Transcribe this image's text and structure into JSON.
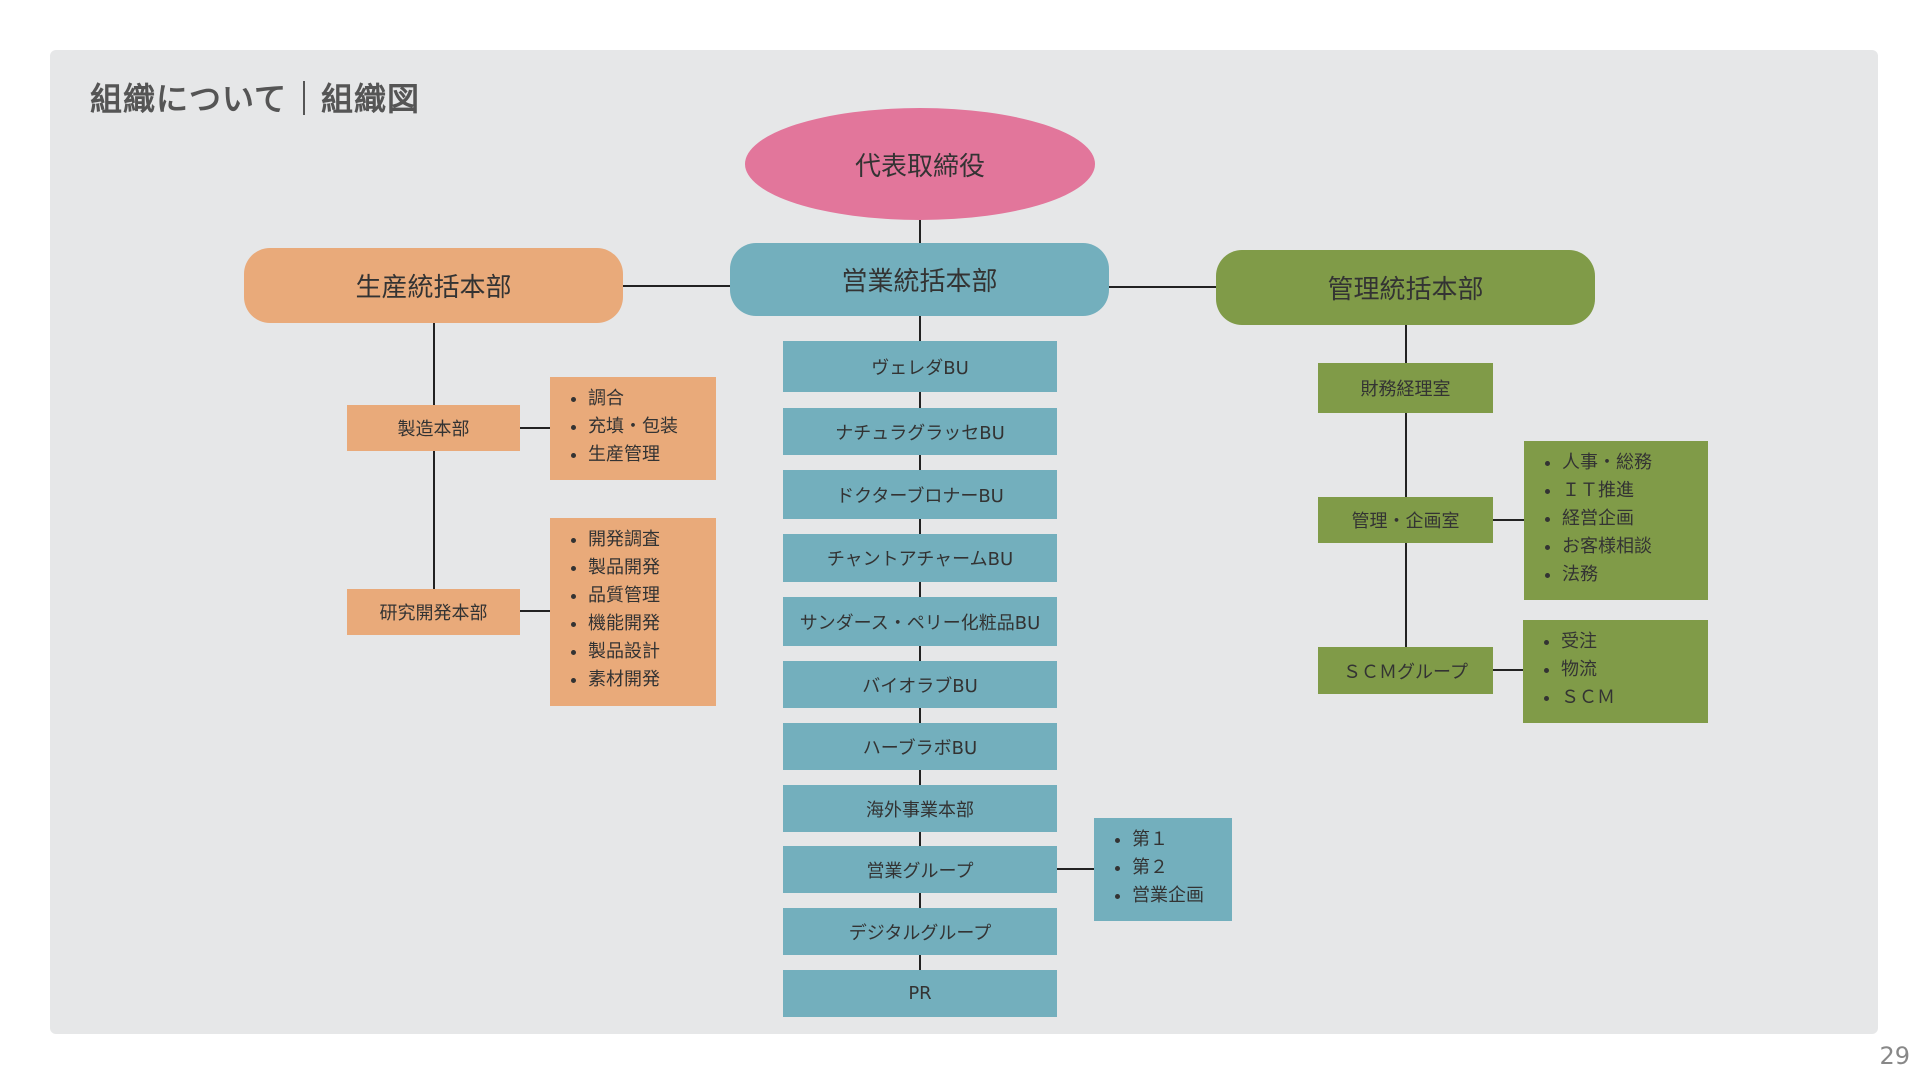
{
  "title": {
    "main": "組織について",
    "sub": "組織図"
  },
  "page_number": "29",
  "ceo": "代表取締役",
  "production": {
    "label": "生産統括本部",
    "units": [
      {
        "label": "製造本部",
        "items": [
          "調合",
          "充填・包装",
          "生産管理"
        ]
      },
      {
        "label": "研究開発本部",
        "items": [
          "開発調査",
          "製品開発",
          "品質管理",
          "機能開発",
          "製品設計",
          "素材開発"
        ]
      }
    ]
  },
  "sales": {
    "label": "営業統括本部",
    "units": [
      "ヴェレダBU",
      "ナチュラグラッセBU",
      "ドクターブロナーBU",
      "チャントアチャームBU",
      "サンダース・ペリー化粧品BU",
      "バイオラブBU",
      "ハーブラボBU",
      "海外事業本部",
      "営業グループ",
      "デジタルグループ",
      "PR"
    ],
    "sales_group_items": [
      "第１",
      "第２",
      "営業企画"
    ]
  },
  "management": {
    "label": "管理統括本部",
    "units": [
      {
        "label": "財務経理室",
        "items": []
      },
      {
        "label": "管理・企画室",
        "items": [
          "人事・総務",
          "ＩＴ推進",
          "経営企画",
          "お客様相談",
          "法務"
        ]
      },
      {
        "label": "ＳＣＭグループ",
        "items": [
          "受注",
          "物流",
          "ＳＣＭ"
        ]
      }
    ]
  },
  "colors": {
    "ceo": "#e2769b",
    "production": "#e9aa7a",
    "sales": "#73afbd",
    "management": "#809b48",
    "panel": "#e6e7e8"
  }
}
